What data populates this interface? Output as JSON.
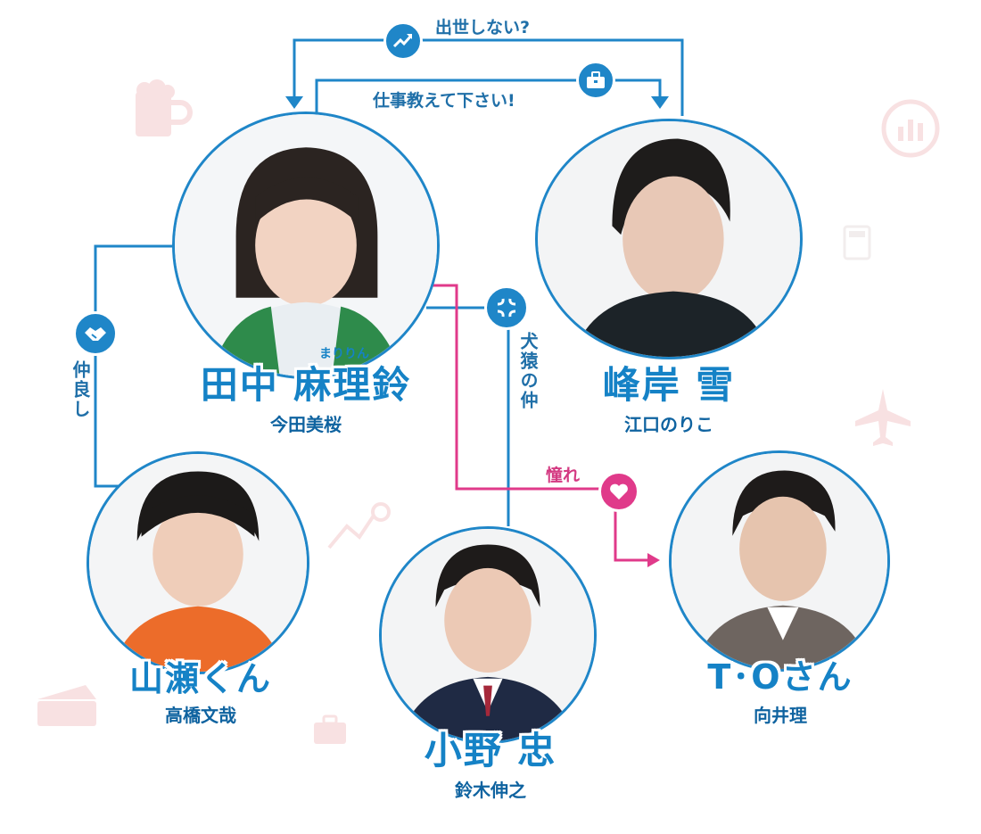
{
  "relations": {
    "shusse": "出世しない?",
    "oshiete": "仕事教えて下さい!",
    "nakayoshi": "仲良し",
    "kenen": "犬猿の仲",
    "akogare": "憧れ"
  },
  "characters": {
    "tanaka": {
      "name": "田中 麻理鈴",
      "ruby": "まりりん",
      "actor": "今田美桜"
    },
    "minegishi": {
      "name": "峰岸 雪",
      "actor": "江口のりこ"
    },
    "yamase": {
      "name": "山瀬くん",
      "actor": "高橋文哉"
    },
    "ono": {
      "name": "小野 忠",
      "actor": "鈴木伸之"
    },
    "to": {
      "name": "T･Oさん",
      "actor": "向井理"
    }
  },
  "colors": {
    "blue": "#1f86c8",
    "pink": "#e03a8a",
    "deco": "#f3c9cc"
  }
}
